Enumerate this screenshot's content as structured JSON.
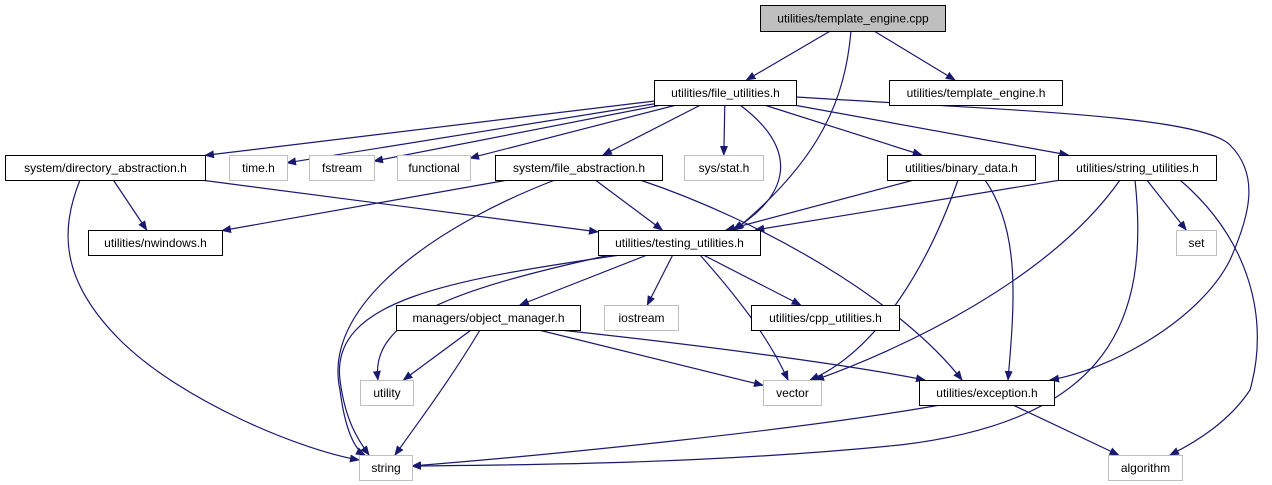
{
  "graph": {
    "colors": {
      "edge": "#191970",
      "project_node_border": "#000000",
      "system_node_border": "#bfbfbf",
      "root_fill": "#bfbfbf"
    },
    "nodes": [
      {
        "id": "template_engine_cpp",
        "label": "utilities/template_engine.cpp",
        "kind": "root"
      },
      {
        "id": "file_utilities_h",
        "label": "utilities/file_utilities.h",
        "kind": "project"
      },
      {
        "id": "template_engine_h",
        "label": "utilities/template_engine.h",
        "kind": "project"
      },
      {
        "id": "directory_abstraction_h",
        "label": "system/directory_abstraction.h",
        "kind": "project"
      },
      {
        "id": "time_h",
        "label": "time.h",
        "kind": "system"
      },
      {
        "id": "fstream",
        "label": "fstream",
        "kind": "system"
      },
      {
        "id": "functional",
        "label": "functional",
        "kind": "system"
      },
      {
        "id": "file_abstraction_h",
        "label": "system/file_abstraction.h",
        "kind": "project"
      },
      {
        "id": "sys_stat_h",
        "label": "sys/stat.h",
        "kind": "system"
      },
      {
        "id": "binary_data_h",
        "label": "utilities/binary_data.h",
        "kind": "project"
      },
      {
        "id": "string_utilities_h",
        "label": "utilities/string_utilities.h",
        "kind": "project"
      },
      {
        "id": "nwindows_h",
        "label": "utilities/nwindows.h",
        "kind": "project"
      },
      {
        "id": "testing_utilities_h",
        "label": "utilities/testing_utilities.h",
        "kind": "project"
      },
      {
        "id": "set",
        "label": "set",
        "kind": "system"
      },
      {
        "id": "object_manager_h",
        "label": "managers/object_manager.h",
        "kind": "project"
      },
      {
        "id": "iostream",
        "label": "iostream",
        "kind": "system"
      },
      {
        "id": "cpp_utilities_h",
        "label": "utilities/cpp_utilities.h",
        "kind": "project"
      },
      {
        "id": "utility",
        "label": "utility",
        "kind": "system"
      },
      {
        "id": "vector",
        "label": "vector",
        "kind": "system"
      },
      {
        "id": "exception_h",
        "label": "utilities/exception.h",
        "kind": "project"
      },
      {
        "id": "string",
        "label": "string",
        "kind": "system"
      },
      {
        "id": "algorithm",
        "label": "algorithm",
        "kind": "system"
      }
    ],
    "edges": [
      {
        "from": "template_engine_cpp",
        "to": "file_utilities_h"
      },
      {
        "from": "template_engine_cpp",
        "to": "template_engine_h"
      },
      {
        "from": "template_engine_cpp",
        "to": "testing_utilities_h"
      },
      {
        "from": "file_utilities_h",
        "to": "directory_abstraction_h"
      },
      {
        "from": "file_utilities_h",
        "to": "time_h"
      },
      {
        "from": "file_utilities_h",
        "to": "fstream"
      },
      {
        "from": "file_utilities_h",
        "to": "functional"
      },
      {
        "from": "file_utilities_h",
        "to": "file_abstraction_h"
      },
      {
        "from": "file_utilities_h",
        "to": "sys_stat_h"
      },
      {
        "from": "file_utilities_h",
        "to": "testing_utilities_h"
      },
      {
        "from": "file_utilities_h",
        "to": "binary_data_h"
      },
      {
        "from": "file_utilities_h",
        "to": "string_utilities_h"
      },
      {
        "from": "file_utilities_h",
        "to": "exception_h"
      },
      {
        "from": "directory_abstraction_h",
        "to": "nwindows_h"
      },
      {
        "from": "directory_abstraction_h",
        "to": "testing_utilities_h"
      },
      {
        "from": "directory_abstraction_h",
        "to": "string"
      },
      {
        "from": "file_abstraction_h",
        "to": "nwindows_h"
      },
      {
        "from": "file_abstraction_h",
        "to": "testing_utilities_h"
      },
      {
        "from": "file_abstraction_h",
        "to": "string"
      },
      {
        "from": "file_abstraction_h",
        "to": "exception_h"
      },
      {
        "from": "binary_data_h",
        "to": "testing_utilities_h"
      },
      {
        "from": "binary_data_h",
        "to": "vector"
      },
      {
        "from": "binary_data_h",
        "to": "exception_h"
      },
      {
        "from": "string_utilities_h",
        "to": "testing_utilities_h"
      },
      {
        "from": "string_utilities_h",
        "to": "set"
      },
      {
        "from": "string_utilities_h",
        "to": "vector"
      },
      {
        "from": "string_utilities_h",
        "to": "string"
      },
      {
        "from": "string_utilities_h",
        "to": "algorithm"
      },
      {
        "from": "testing_utilities_h",
        "to": "object_manager_h"
      },
      {
        "from": "testing_utilities_h",
        "to": "iostream"
      },
      {
        "from": "testing_utilities_h",
        "to": "cpp_utilities_h"
      },
      {
        "from": "testing_utilities_h",
        "to": "utility"
      },
      {
        "from": "testing_utilities_h",
        "to": "vector"
      },
      {
        "from": "testing_utilities_h",
        "to": "string"
      },
      {
        "from": "object_manager_h",
        "to": "utility"
      },
      {
        "from": "object_manager_h",
        "to": "vector"
      },
      {
        "from": "object_manager_h",
        "to": "exception_h"
      },
      {
        "from": "object_manager_h",
        "to": "string"
      },
      {
        "from": "exception_h",
        "to": "string"
      },
      {
        "from": "exception_h",
        "to": "algorithm"
      }
    ]
  }
}
